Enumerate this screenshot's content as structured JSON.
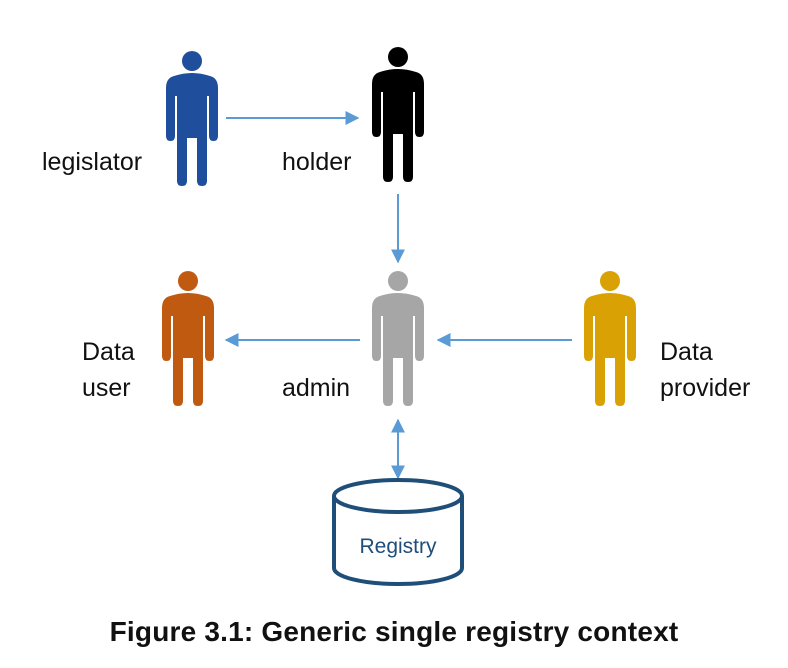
{
  "diagram": {
    "colors": {
      "arrow": "#5b9bd5",
      "registry": "#1f4e79",
      "legislator": "#1f4e9c",
      "holder": "#000000",
      "admin": "#a6a6a6",
      "data_user": "#c05a11",
      "data_provider": "#d9a104"
    },
    "actors": {
      "legislator": {
        "label": "legislator",
        "icon": "person-icon"
      },
      "holder": {
        "label": "holder",
        "icon": "person-icon"
      },
      "admin": {
        "label": "admin",
        "icon": "person-icon"
      },
      "data_user": {
        "label_line1": "Data",
        "label_line2": "user",
        "icon": "person-icon"
      },
      "data_provider": {
        "label_line1": "Data",
        "label_line2": "provider",
        "icon": "person-icon"
      }
    },
    "registry": {
      "label": "Registry",
      "icon": "database-cylinder-icon"
    },
    "connections": [
      {
        "from": "legislator",
        "to": "holder",
        "direction": "one-way"
      },
      {
        "from": "holder",
        "to": "admin",
        "direction": "one-way"
      },
      {
        "from": "admin",
        "to": "data_user",
        "direction": "one-way"
      },
      {
        "from": "data_provider",
        "to": "admin",
        "direction": "one-way"
      },
      {
        "from": "admin",
        "to": "registry",
        "direction": "two-way"
      }
    ]
  },
  "caption": "Figure 3.1: Generic single registry context"
}
